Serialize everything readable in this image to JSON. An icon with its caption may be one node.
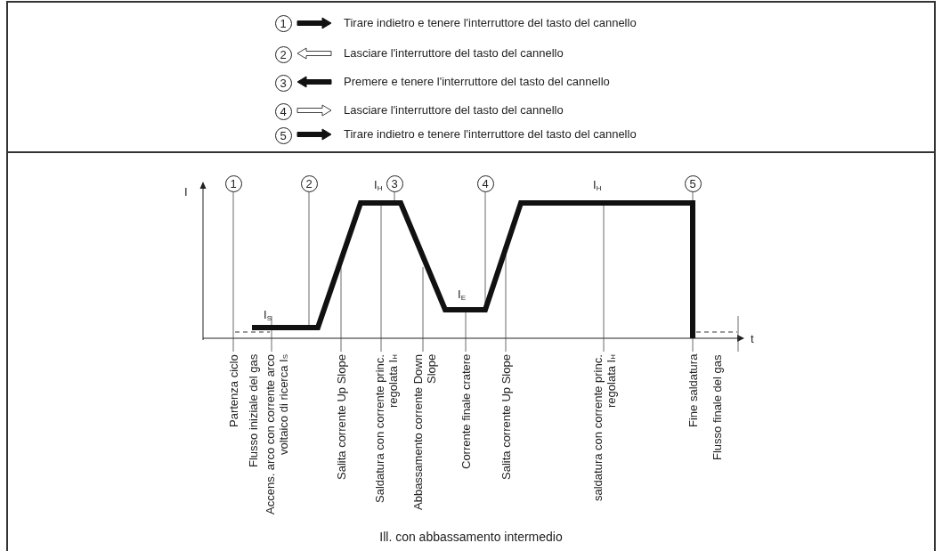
{
  "diagram": {
    "caption": "Ill. con abbassamento intermedio",
    "labels": [
      "1",
      "2",
      "3",
      "4",
      "5",
      "I",
      "1",
      "2",
      "I$_{H}$",
      "3",
      "4",
      "I$_{H}$",
      "5",
      "I$_{S}$",
      "I$_{E}$",
      "t",
      "Partenza ciclo",
      "Flusso iniziale del gas",
      "Accens. arco con corrente arco voltaico di ricerca I$_{S}$",
      "Salita corrente Up Slope",
      "Saldatura con corrente princ. regolata I$_{H}$",
      "Abbassamento corrente Down Slope",
      "Corrente finale cratere",
      "Salita corrente Up Slope",
      "saldatura con corrente princ. regolata I$_{H}$",
      "Fine saldatura",
      "Flusso finale del gas"
    ],
    "legend": [
      {
        "text": "Tirare indietro e tenere l'interruttore del tasto del cannello"
      },
      {
        "text": "Lasciare l'interruttore del tasto del cannello"
      },
      {
        "text": "Premere e tenere l'interruttore del tasto del cannello"
      },
      {
        "text": "Lasciare l'interruttore del tasto del cannello"
      },
      {
        "text": "Tirare indietro e tenere l'interruttore del tasto del cannello"
      }
    ]
  }
}
